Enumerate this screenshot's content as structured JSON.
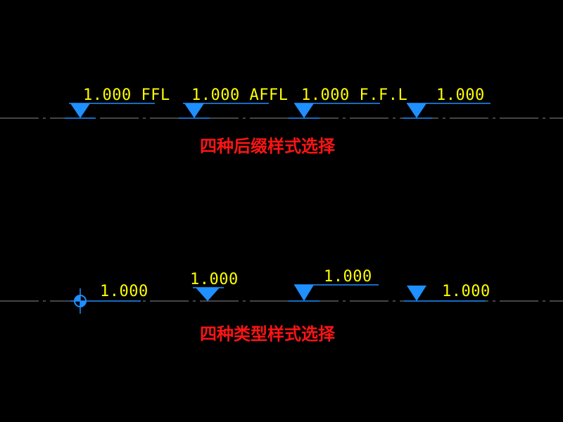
{
  "colors": {
    "background": "#000000",
    "axis_line": "#8a8a8a",
    "symbol": "#1e90ff",
    "elevation_text": "#ffff00",
    "caption": "#ff1414"
  },
  "suffix_row": {
    "markers": [
      {
        "label": "1.000 FFL",
        "style": "triangle-down"
      },
      {
        "label": "1.000 AFFL",
        "style": "triangle-down"
      },
      {
        "label": "1.000 F.F.L",
        "style": "triangle-down"
      },
      {
        "label": "1.000",
        "style": "triangle-down"
      }
    ],
    "caption": "四种后缀样式选择"
  },
  "type_row": {
    "markers": [
      {
        "label": "1.000",
        "style": "datum-circle"
      },
      {
        "label": "1.000",
        "style": "triangle-above"
      },
      {
        "label": "1.000",
        "style": "triangle-leader-high"
      },
      {
        "label": "1.000",
        "style": "triangle-flat"
      }
    ],
    "caption": "四种类型样式选择"
  }
}
